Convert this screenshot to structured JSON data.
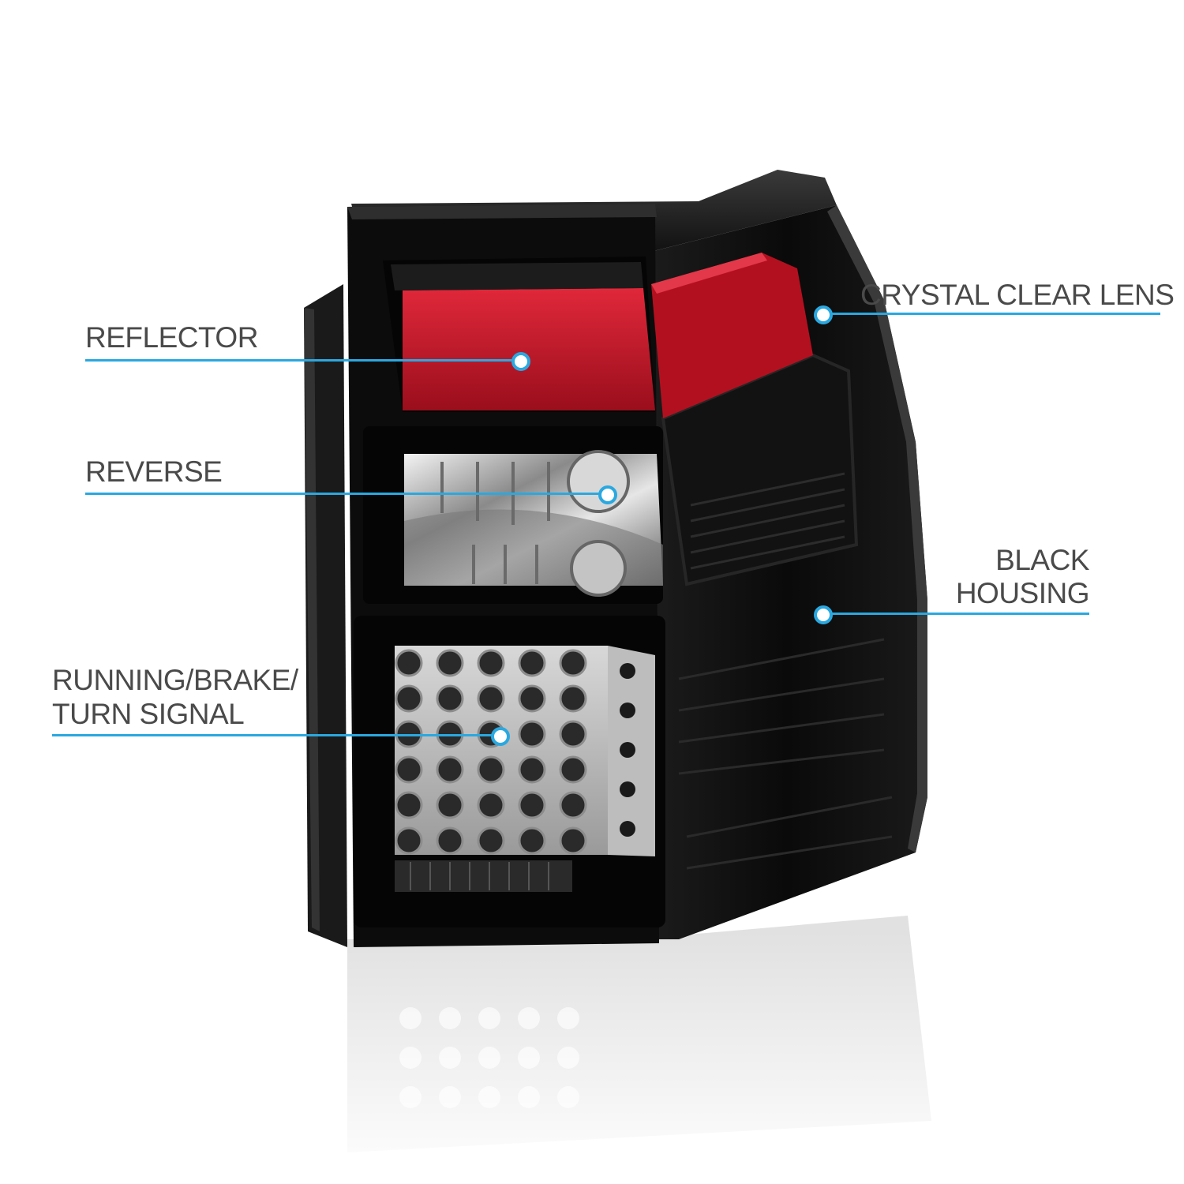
{
  "colors": {
    "accent": "#2aa8e0",
    "label_text": "#4a4a4a",
    "housing": "#0e0e0e",
    "reflector_red": "#c8102e"
  },
  "callouts": {
    "reflector": {
      "label": "REFLECTOR"
    },
    "reverse": {
      "label": "REVERSE"
    },
    "running": {
      "line1": "RUNNING/BRAKE/",
      "line2": "TURN SIGNAL"
    },
    "crystal": {
      "label": "CRYSTAL CLEAR LENS"
    },
    "black": {
      "line1": "BLACK",
      "line2": "HOUSING"
    }
  },
  "product": {
    "icon": "tail-light-image"
  }
}
